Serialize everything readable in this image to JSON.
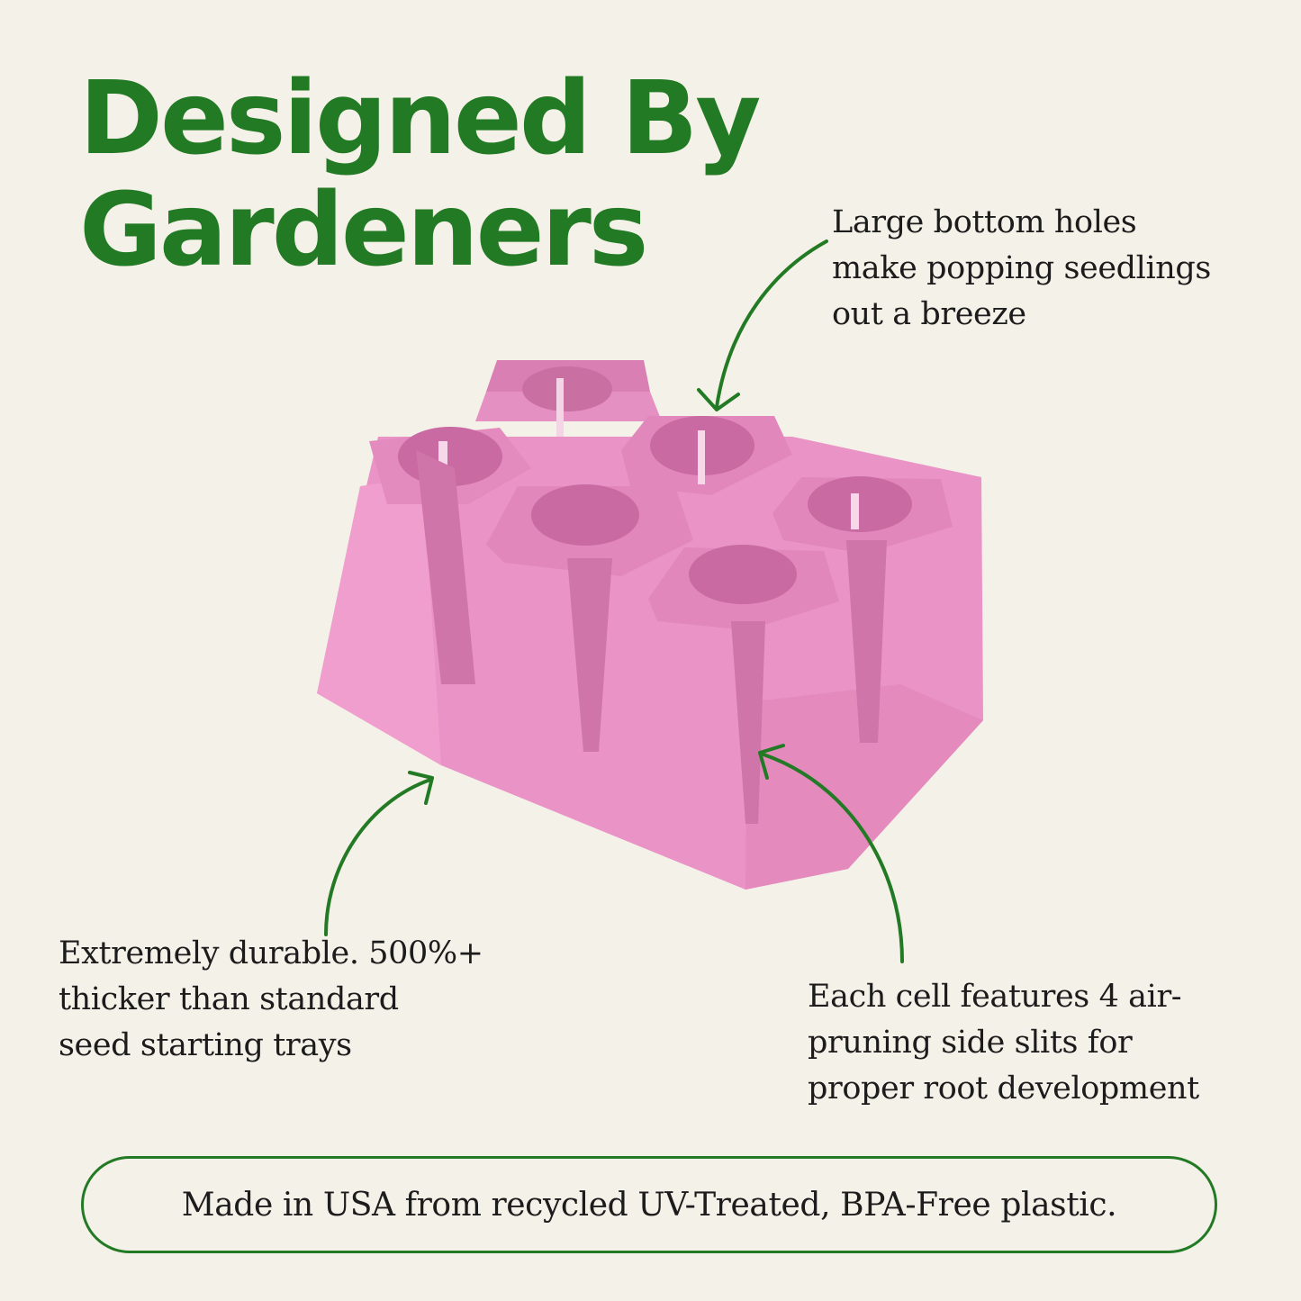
{
  "headline": {
    "line1": "Designed By",
    "line2": "Gardeners"
  },
  "callouts": {
    "holes": {
      "lines": [
        "Large bottom holes",
        "make popping seedlings",
        "out a breeze"
      ]
    },
    "durable": {
      "lines": [
        "Extremely durable. 500%+",
        "thicker than standard",
        "seed starting trays"
      ]
    },
    "slits": {
      "lines": [
        "Each cell features 4 air-",
        "pruning  side slits for",
        "proper root development"
      ]
    }
  },
  "footer": {
    "text": "Made in USA from recycled UV-Treated, BPA-Free plastic."
  },
  "colors": {
    "background": "#f4f1e9",
    "accent_green": "#237a24",
    "tray_pink": "#e98fc4",
    "text": "#1c1c1c"
  },
  "icons": [
    "arrow-icon"
  ]
}
